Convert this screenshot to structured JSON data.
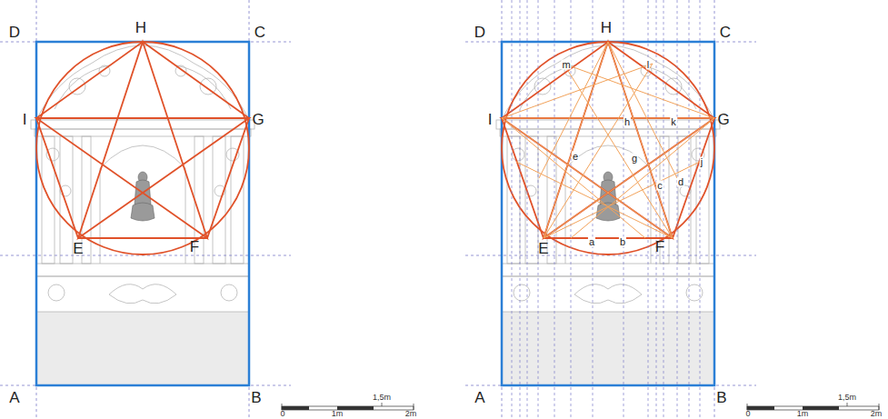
{
  "diagram": {
    "labels": [
      "D",
      "H",
      "C",
      "I",
      "G",
      "E",
      "F",
      "A",
      "B",
      "1,5m",
      "0",
      "1m",
      "2m",
      "D",
      "H",
      "C",
      "m",
      "l",
      "I",
      "h",
      "k",
      "G",
      "e",
      "g",
      "j",
      "c",
      "d",
      "E",
      "a",
      "b",
      "F",
      "A",
      "B",
      "1,5m",
      "0",
      "1m",
      "2m"
    ]
  }
}
